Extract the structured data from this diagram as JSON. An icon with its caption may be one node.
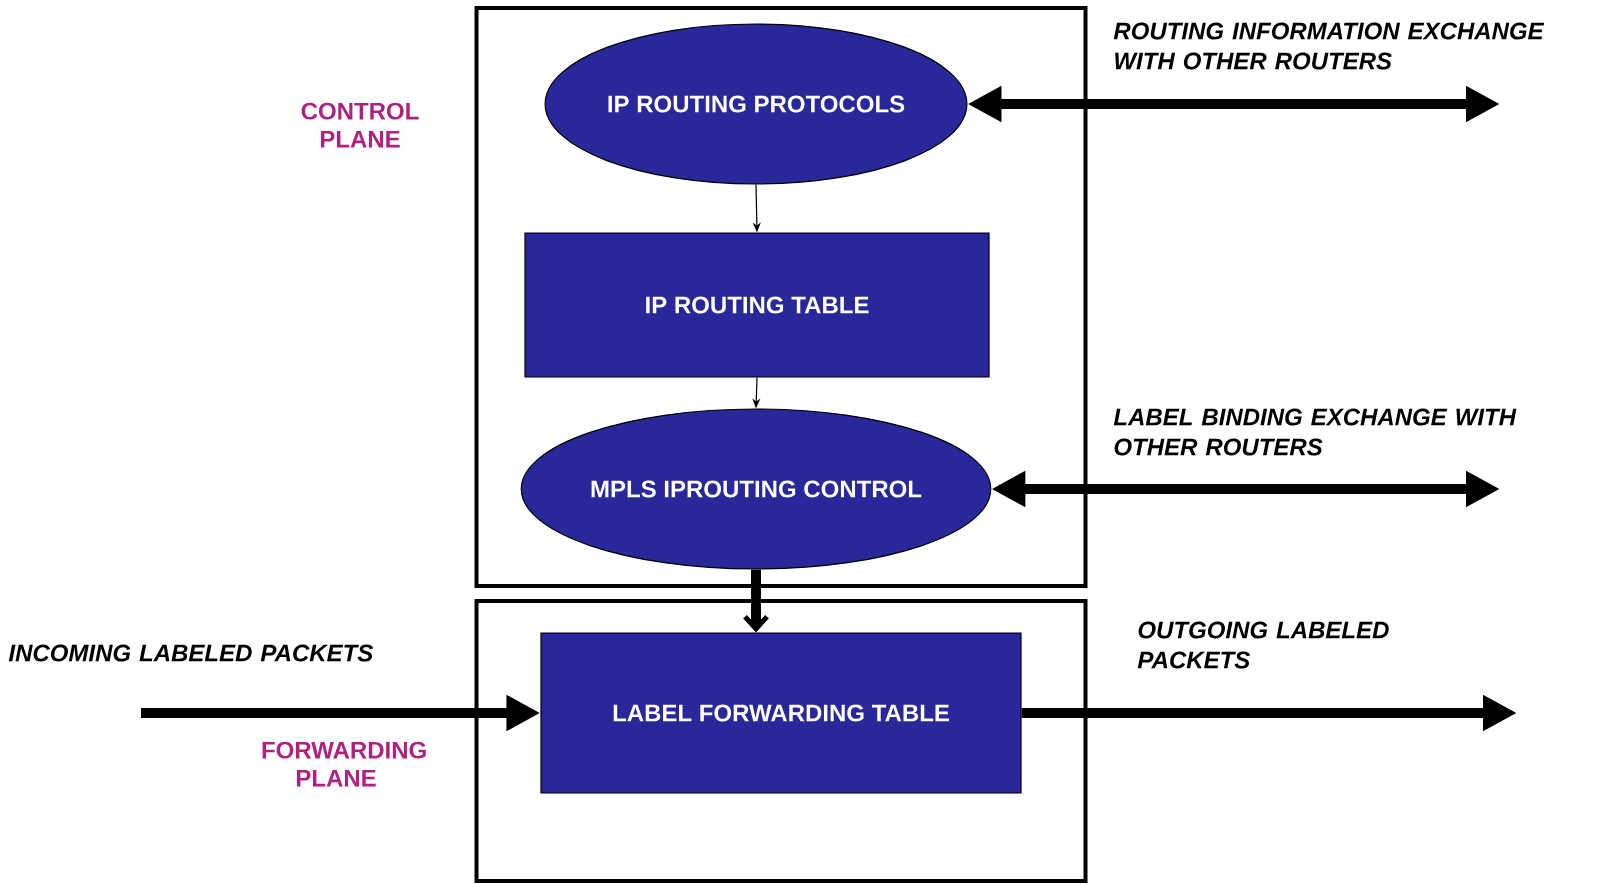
{
  "diagram": {
    "nodes": [
      {
        "text": [
          "CONTROL PLANE"
        ]
      },
      {
        "text": [
          "IP ROUTING PROTOCOLS"
        ],
        "in": 0
      },
      {
        "text": [
          "IP ROUTING TABLE"
        ],
        "in": 0
      },
      {
        "text": [
          "MPLS IPROUTING CONTROL"
        ],
        "in": 0
      },
      {
        "text": [
          "FORWARDING PLANE"
        ]
      },
      {
        "text": [
          "LABEL FORWARDING TABLE"
        ],
        "in": 4
      }
    ],
    "edges": [
      {
        "from": 1,
        "to": 2,
        "arrow": "to"
      },
      {
        "from": 2,
        "to": 3,
        "arrow": "to"
      },
      {
        "from": 1,
        "to": null,
        "arrow": "both",
        "label": "ROUTING INFORMATION EXCHANGE WITH OTHER ROUTERS"
      },
      {
        "from": 3,
        "to": null,
        "arrow": "both",
        "label": "LABEL BINDING EXCHANGE WITH OTHER ROUTERS"
      },
      {
        "from": 3,
        "to": 5,
        "arrow": "to"
      },
      {
        "from": null,
        "to": 5,
        "arrow": "to",
        "label": "INCOMING LABELED PACKETS"
      },
      {
        "from": 5,
        "to": null,
        "arrow": "to",
        "label": "OUTGOING LABELED PACKETS"
      }
    ]
  }
}
